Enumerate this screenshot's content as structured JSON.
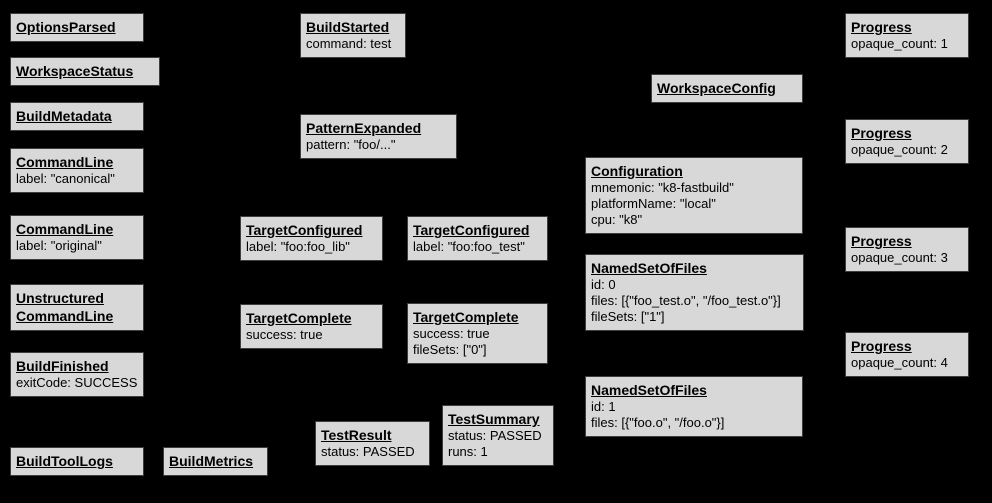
{
  "diagram": {
    "description": "Bazel Build Event Protocol event graph",
    "colors": {
      "background": "#000000",
      "node_fill": "#d8d8d8",
      "node_border": "#3d3d3d",
      "node_text": "#000000"
    }
  },
  "nodes": [
    {
      "id": "options-parsed",
      "title": "OptionsParsed",
      "details": []
    },
    {
      "id": "workspace-status",
      "title": "WorkspaceStatus",
      "details": []
    },
    {
      "id": "build-metadata",
      "title": "BuildMetadata",
      "details": []
    },
    {
      "id": "command-line-canonical",
      "title": "CommandLine",
      "details": [
        "label: \"canonical\""
      ]
    },
    {
      "id": "command-line-original",
      "title": "CommandLine",
      "details": [
        "label: \"original\""
      ]
    },
    {
      "id": "unstructured-command-line",
      "title": "Unstructured",
      "title2": "CommandLine",
      "details": []
    },
    {
      "id": "build-finished",
      "title": "BuildFinished",
      "details": [
        "exitCode: SUCCESS"
      ]
    },
    {
      "id": "build-tool-logs",
      "title": "BuildToolLogs",
      "details": []
    },
    {
      "id": "build-metrics",
      "title": "BuildMetrics",
      "details": []
    },
    {
      "id": "build-started",
      "title": "BuildStarted",
      "details": [
        "command: test"
      ]
    },
    {
      "id": "pattern-expanded",
      "title": "PatternExpanded",
      "details": [
        "pattern: \"foo/...\""
      ]
    },
    {
      "id": "target-configured-foo-lib",
      "title": "TargetConfigured",
      "details": [
        "label: \"foo:foo_lib\""
      ]
    },
    {
      "id": "target-configured-foo-test",
      "title": "TargetConfigured",
      "details": [
        "label: \"foo:foo_test\""
      ]
    },
    {
      "id": "target-complete-foo-lib",
      "title": "TargetComplete",
      "details": [
        "success: true"
      ]
    },
    {
      "id": "target-complete-foo-test",
      "title": "TargetComplete",
      "details": [
        "success: true",
        "fileSets: [\"0\"]"
      ]
    },
    {
      "id": "test-result",
      "title": "TestResult",
      "details": [
        "status: PASSED"
      ]
    },
    {
      "id": "test-summary",
      "title": "TestSummary",
      "details": [
        "status: PASSED",
        "runs: 1"
      ]
    },
    {
      "id": "workspace-config",
      "title": "WorkspaceConfig",
      "details": []
    },
    {
      "id": "configuration",
      "title": "Configuration",
      "details": [
        "mnemonic: \"k8-fastbuild\"",
        "platformName: \"local\"",
        "cpu: \"k8\""
      ]
    },
    {
      "id": "named-set-of-files-0",
      "title": "NamedSetOfFiles",
      "details": [
        "id: 0",
        "files: [{\"foo_test.o\", \"/foo_test.o\"}]",
        "fileSets: [\"1\"]"
      ]
    },
    {
      "id": "named-set-of-files-1",
      "title": "NamedSetOfFiles",
      "details": [
        "id: 1",
        "files: [{\"foo.o\", \"/foo.o\"}]"
      ]
    },
    {
      "id": "progress-1",
      "title": "Progress",
      "details": [
        "opaque_count: 1"
      ]
    },
    {
      "id": "progress-2",
      "title": "Progress",
      "details": [
        "opaque_count: 2"
      ]
    },
    {
      "id": "progress-3",
      "title": "Progress",
      "details": [
        "opaque_count: 3"
      ]
    },
    {
      "id": "progress-4",
      "title": "Progress",
      "details": [
        "opaque_count: 4"
      ]
    }
  ]
}
